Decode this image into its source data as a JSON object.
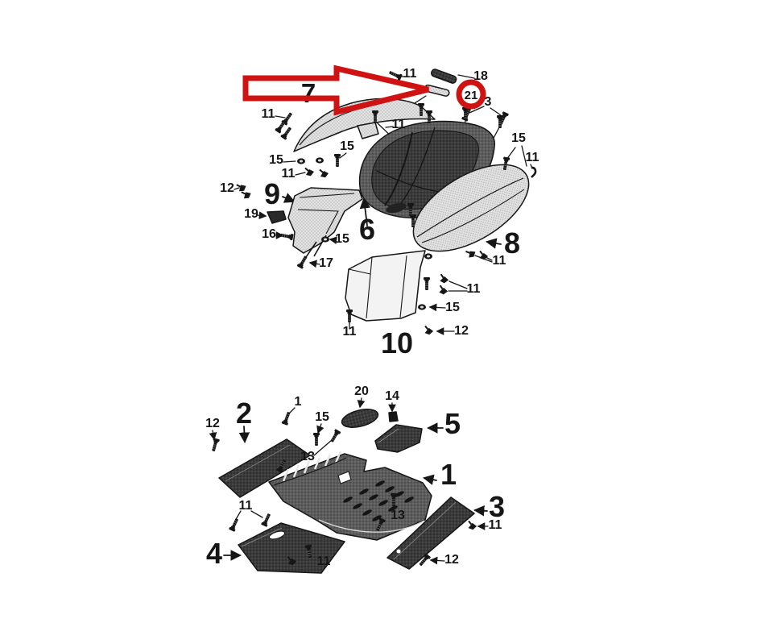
{
  "figure": {
    "kind": "exploded-parts-diagram",
    "background": "#ffffff",
    "ink": "#1a1a1a",
    "highlight_color": "#cf1313",
    "highlighted_part": "21"
  },
  "labels": {
    "big": [
      "7",
      "9",
      "6",
      "8",
      "10",
      "2",
      "1",
      "3",
      "4",
      "5"
    ],
    "small": [
      "11",
      "18",
      "21",
      "3",
      "11",
      "15",
      "11",
      "15",
      "11",
      "15",
      "11",
      "12",
      "19",
      "16",
      "15",
      "17",
      "11",
      "11",
      "15",
      "12",
      "11",
      "20",
      "14",
      "1",
      "15",
      "12",
      "13",
      "13",
      "11",
      "11",
      "11",
      "12"
    ]
  }
}
